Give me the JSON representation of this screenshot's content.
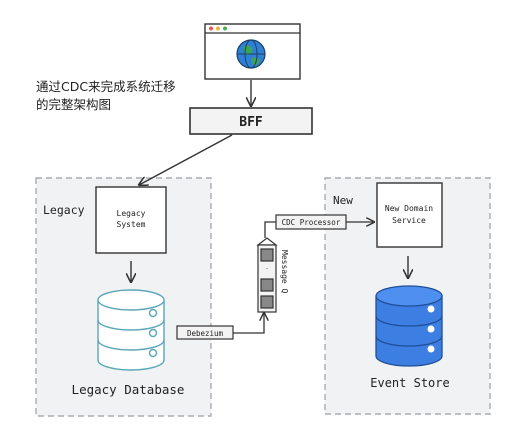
{
  "caption": {
    "line1": "通过CDC来完成系统迁移",
    "line2": "的完整架构图"
  },
  "bff": {
    "label": "BFF"
  },
  "legacy": {
    "group_label": "Legacy",
    "system_line1": "Legacy",
    "system_line2": "System",
    "database_label": "Legacy Database"
  },
  "pipeline": {
    "debezium_label": "Debezium",
    "queue_label": "Message Q",
    "cdc_processor_label": "CDC Processor"
  },
  "new_side": {
    "group_label": "New",
    "service_line1": "New Domain",
    "service_line2": "Service",
    "store_label": "Event Store"
  },
  "colors": {
    "zone_fill": "#f1f2f4",
    "zone_stroke": "#a9acb1",
    "legacy_db_stroke": "#5aa6b8",
    "event_store_fill": "#3d7ee2",
    "globe_fill": "#2f7fd6",
    "globe_land": "#3aa35c",
    "browser_dots": [
      "#e8594a",
      "#f0b43c",
      "#4cb050"
    ]
  },
  "icons": [
    "browser-window-icon",
    "globe-icon",
    "database-icon",
    "queue-icon"
  ]
}
